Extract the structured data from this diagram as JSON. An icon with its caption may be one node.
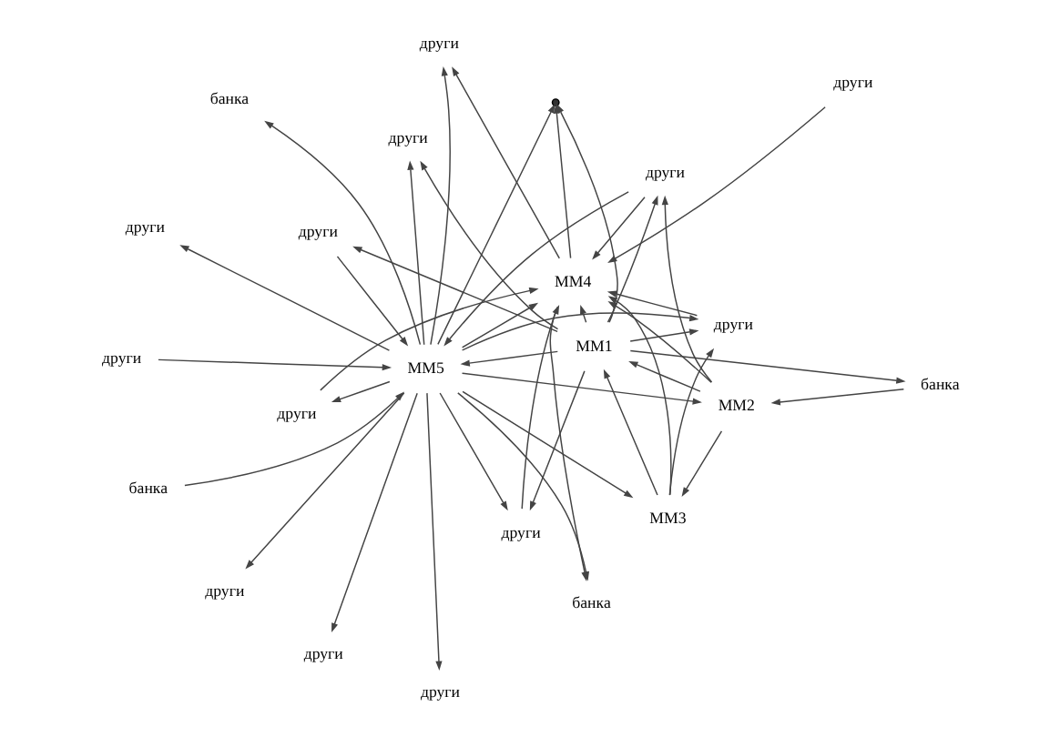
{
  "diagram": {
    "nodes": [
      {
        "text": [
          "MM1"
        ]
      },
      {
        "text": [
          "MM2"
        ]
      },
      {
        "text": [
          "MM3"
        ]
      },
      {
        "text": [
          "MM4"
        ]
      },
      {
        "text": [
          "MM5"
        ]
      },
      {
        "text": [
          "други"
        ]
      },
      {
        "text": [
          "банка"
        ]
      },
      {
        "text": [
          "банка"
        ]
      },
      {
        "text": [
          "други"
        ]
      },
      {
        "text": [
          "други"
        ]
      },
      {
        "text": [
          "други"
        ]
      },
      {
        "text": [],
        "shape": "circle"
      },
      {
        "text": [
          "други"
        ]
      },
      {
        "text": [
          "банка"
        ]
      },
      {
        "text": [
          "други"
        ]
      },
      {
        "text": [
          "други"
        ]
      },
      {
        "text": [
          "банка"
        ]
      },
      {
        "text": [
          "други"
        ]
      },
      {
        "text": [
          "други"
        ]
      },
      {
        "text": [
          "други"
        ]
      },
      {
        "text": [
          "други"
        ]
      },
      {
        "text": [
          "други"
        ]
      },
      {
        "text": [
          "други"
        ]
      }
    ],
    "edges": [
      {
        "from": 0,
        "to": 5,
        "arrow": "to"
      },
      {
        "from": 0,
        "to": 7,
        "arrow": "to"
      },
      {
        "from": 2,
        "to": 0,
        "arrow": "to"
      },
      {
        "from": 6,
        "to": 4,
        "arrow": "to"
      },
      {
        "from": 0,
        "to": 9,
        "arrow": "to"
      },
      {
        "from": 0,
        "to": 11,
        "arrow": "to"
      },
      {
        "from": 0,
        "to": 12,
        "arrow": "to"
      },
      {
        "from": 0,
        "to": 4,
        "arrow": "to"
      },
      {
        "from": 0,
        "to": 3,
        "arrow": "to"
      },
      {
        "from": 0,
        "to": 14,
        "arrow": "to"
      },
      {
        "from": 1,
        "to": 0,
        "arrow": "to"
      },
      {
        "from": 0,
        "to": 18,
        "arrow": "to"
      },
      {
        "from": 4,
        "to": 10,
        "arrow": "to"
      },
      {
        "from": 4,
        "to": 1,
        "arrow": "to"
      },
      {
        "from": 1,
        "to": 3,
        "arrow": "to"
      },
      {
        "from": 1,
        "to": 2,
        "arrow": "to"
      },
      {
        "from": 7,
        "to": 1,
        "arrow": "to"
      },
      {
        "from": 4,
        "to": 13,
        "arrow": "to"
      },
      {
        "from": 4,
        "to": 15,
        "arrow": "to"
      },
      {
        "from": 17,
        "to": 4,
        "arrow": "to"
      },
      {
        "from": 18,
        "to": 4,
        "arrow": "to"
      },
      {
        "from": 18,
        "to": 3,
        "arrow": "to"
      },
      {
        "from": 1,
        "to": 18,
        "arrow": "to"
      },
      {
        "from": 4,
        "to": 22,
        "arrow": "to"
      },
      {
        "from": 4,
        "to": 21,
        "arrow": "to"
      },
      {
        "from": 21,
        "to": 3,
        "arrow": "to"
      },
      {
        "from": 3,
        "to": 22,
        "arrow": "to"
      },
      {
        "from": 20,
        "to": 3,
        "arrow": "to"
      },
      {
        "from": 4,
        "to": 19,
        "arrow": "to"
      },
      {
        "from": 4,
        "to": 16,
        "arrow": "to"
      },
      {
        "from": 3,
        "to": 16,
        "arrow": "to"
      },
      {
        "from": 4,
        "to": 2,
        "arrow": "to"
      },
      {
        "from": 4,
        "to": 8,
        "arrow": "to"
      },
      {
        "from": 4,
        "to": 9,
        "arrow": "to"
      },
      {
        "from": 4,
        "to": 11,
        "arrow": "to"
      },
      {
        "from": 4,
        "to": 12,
        "arrow": "to"
      },
      {
        "from": 2,
        "to": 3,
        "arrow": "to"
      },
      {
        "from": 2,
        "to": 12,
        "arrow": "to"
      },
      {
        "from": 9,
        "to": 3,
        "arrow": "to"
      },
      {
        "from": 3,
        "to": 11,
        "arrow": "to"
      },
      {
        "from": 12,
        "to": 3,
        "arrow": "to"
      },
      {
        "from": 5,
        "to": 4,
        "arrow": "to"
      },
      {
        "from": 4,
        "to": 14,
        "arrow": "to"
      },
      {
        "from": 4,
        "to": 3,
        "arrow": "to"
      }
    ]
  }
}
